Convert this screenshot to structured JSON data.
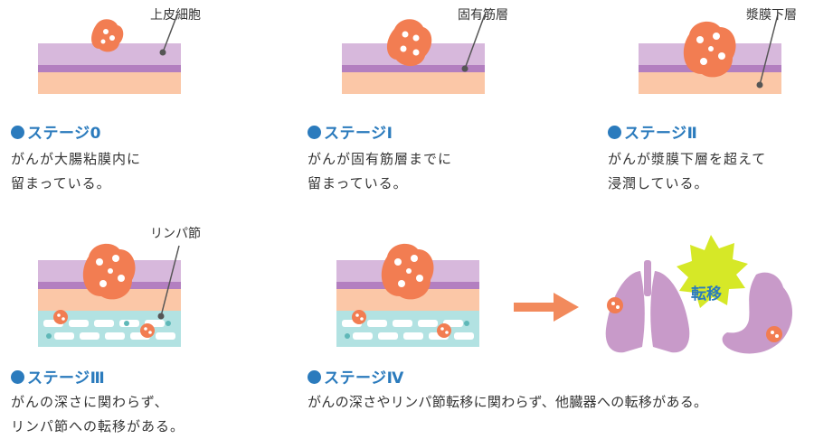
{
  "stages": [
    {
      "heading": "ステージ0",
      "lines": [
        "がんが大腸粘膜内に",
        "留まっている。"
      ],
      "layer_label": "上皮細胞"
    },
    {
      "heading": "ステージⅠ",
      "lines": [
        "がんが固有筋層までに",
        "留まっている。"
      ],
      "layer_label": "固有筋層"
    },
    {
      "heading": "ステージⅡ",
      "lines": [
        "がんが漿膜下層を超えて",
        "浸潤している。"
      ],
      "layer_label": "漿膜下層"
    },
    {
      "heading": "ステージⅢ",
      "lines": [
        "がんの深さに関わらず、",
        "リンパ節への転移がある。"
      ],
      "layer_label": "リンパ節"
    },
    {
      "heading": "ステージⅣ",
      "lines": [
        "がんの深さやリンパ節転移に関わらず、他臓器への転移がある。"
      ],
      "burst_label": "転移"
    }
  ],
  "colors": {
    "heading_blue": "#2b7bbd",
    "mucosa": "#d7b8dc",
    "muscle": "#b37fc0",
    "subserosa": "#fbc7a7",
    "lymph": "#b2e2e2",
    "tumor": "#f27d52",
    "burst": "#d6e827",
    "organ": "#c89ac9",
    "arrow": "#f28a5c"
  }
}
